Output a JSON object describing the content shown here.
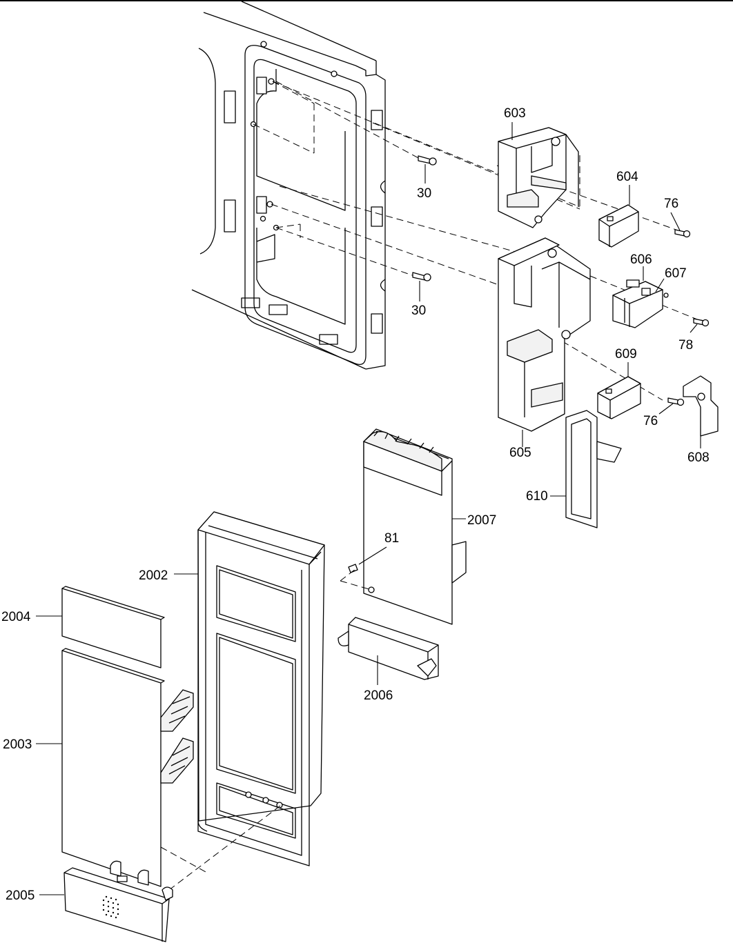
{
  "diagram": {
    "parts": [
      {
        "id": "603",
        "label": "603"
      },
      {
        "id": "604",
        "label": "604"
      },
      {
        "id": "76a",
        "label": "76"
      },
      {
        "id": "30a",
        "label": "30"
      },
      {
        "id": "606",
        "label": "606"
      },
      {
        "id": "607",
        "label": "607"
      },
      {
        "id": "30b",
        "label": "30"
      },
      {
        "id": "78",
        "label": "78"
      },
      {
        "id": "609",
        "label": "609"
      },
      {
        "id": "76b",
        "label": "76"
      },
      {
        "id": "605",
        "label": "605"
      },
      {
        "id": "608",
        "label": "608"
      },
      {
        "id": "610",
        "label": "610"
      },
      {
        "id": "2007",
        "label": "2007"
      },
      {
        "id": "81",
        "label": "81"
      },
      {
        "id": "2002",
        "label": "2002"
      },
      {
        "id": "2004",
        "label": "2004"
      },
      {
        "id": "2006",
        "label": "2006"
      },
      {
        "id": "2003",
        "label": "2003"
      },
      {
        "id": "2005",
        "label": "2005"
      }
    ]
  }
}
